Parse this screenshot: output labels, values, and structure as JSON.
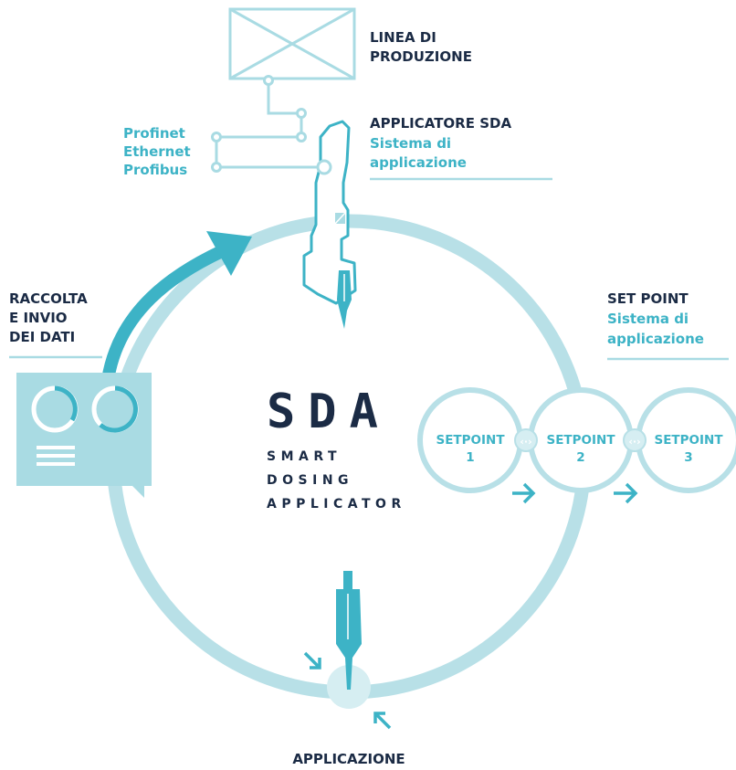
{
  "colors": {
    "dark": "#1b2b45",
    "teal": "#3db3c6",
    "light": "#a9dbe3",
    "pale": "#d6eef2",
    "cycle": "#b8e0e7"
  },
  "production_line": {
    "line1": "LINEA DI",
    "line2": "PRODUZIONE"
  },
  "protocols": [
    "Profinet",
    "Ethernet",
    "Profibus"
  ],
  "applicator": {
    "title": "APPLICATORE SDA",
    "sub1": "Sistema di",
    "sub2": "applicazione"
  },
  "data_collection": {
    "line1": "RACCOLTA",
    "line2": "E INVIO",
    "line3": "DEI DATI"
  },
  "set_point": {
    "title": "SET POINT",
    "sub1": "Sistema di",
    "sub2": "applicazione"
  },
  "center": {
    "title": "SDA",
    "sub1": "SMART",
    "sub2": "DOSING",
    "sub3": "APPLICATOR"
  },
  "setpoints": [
    {
      "label": "SETPOINT",
      "number": "1"
    },
    {
      "label": "SETPOINT",
      "number": "2"
    },
    {
      "label": "SETPOINT",
      "number": "3"
    }
  ],
  "application": {
    "label": "APPLICAZIONE"
  }
}
